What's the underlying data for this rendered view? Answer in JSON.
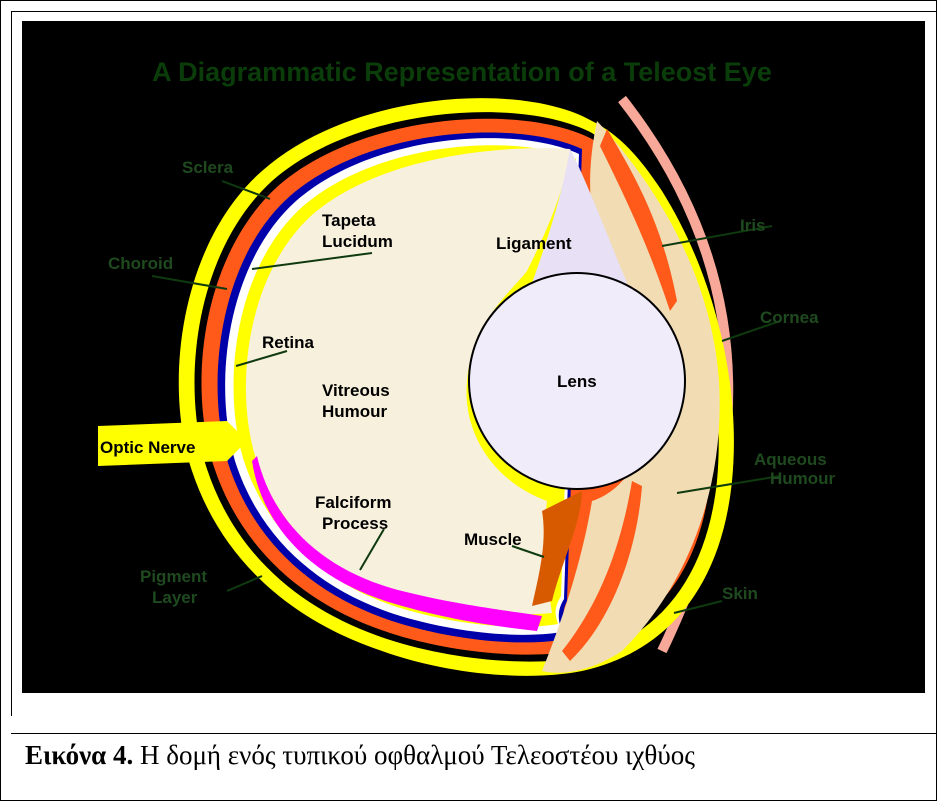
{
  "figure": {
    "title": "A Diagrammatic Representation of a Teleost Eye",
    "labels": {
      "sclera": "Sclera",
      "tapeta_line1": "Tapeta",
      "tapeta_line2": "Lucidum",
      "choroid": "Choroid",
      "ligament": "Ligament",
      "iris": "Iris",
      "cornea": "Cornea",
      "retina": "Retina",
      "vitreous_line1": "Vitreous",
      "vitreous_line2": "Humour",
      "lens": "Lens",
      "optic_nerve": "Optic Nerve",
      "aqueous_line1": "Aqueous",
      "aqueous_line2": "Humour",
      "falciform_line1": "Falciform",
      "falciform_line2": "Process",
      "muscle": "Muscle",
      "pigment_line1": "Pigment",
      "pigment_line2": "Layer",
      "skin": "Skin"
    },
    "colors": {
      "background": "#000000",
      "sclera": "#ffff00",
      "choroid": "#ff5a1a",
      "retina": "#ffff00",
      "pigment": "#0000aa",
      "vitreous": "#f7f0dc",
      "lens": "#f0ecfa",
      "ligament": "#e8e0f4",
      "falciform": "#ff00ff",
      "muscle": "#d85a00",
      "aqueous": "#f2dcb4",
      "skin": "#f8a898",
      "label_text": "#1f4a1f"
    }
  },
  "caption": {
    "label": "Εικόνα 4.",
    "text": " Η δομή ενός τυπικού οφθαλμού Τελεοστέου ιχθύος"
  }
}
